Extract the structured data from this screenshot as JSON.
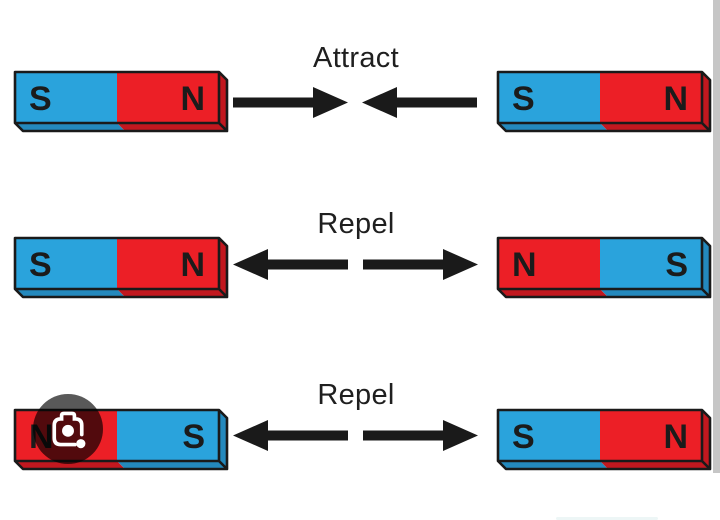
{
  "rows": [
    {
      "label": "Attract",
      "arrow_direction": "toward",
      "magnets": [
        {
          "poles": [
            "S",
            "N"
          ]
        },
        {
          "poles": [
            "S",
            "N"
          ]
        }
      ]
    },
    {
      "label": "Repel",
      "arrow_direction": "apart",
      "magnets": [
        {
          "poles": [
            "S",
            "N"
          ]
        },
        {
          "poles": [
            "N",
            "S"
          ]
        }
      ]
    },
    {
      "label": "Repel",
      "arrow_direction": "apart",
      "magnets": [
        {
          "poles": [
            "N",
            "S"
          ]
        },
        {
          "poles": [
            "S",
            "N"
          ]
        }
      ]
    }
  ],
  "pole_colors": {
    "S": {
      "main": "#2aa3dc",
      "dark": "#2489bd"
    },
    "N": {
      "main": "#ec1f26",
      "dark": "#c2181f"
    }
  },
  "colors": {
    "background": "#ffffff",
    "outline": "#1a1a1a",
    "letter": "#1b1b1b",
    "arrow": "#1a1a1a",
    "label_text": "#1f1f1f",
    "scrollbar": "#c6c6c6",
    "lens_circle": "rgba(0,0,0,0.65)",
    "lens_glyph": "#ffffff",
    "faint_bottom": "#edf6f6"
  },
  "lens_button": {
    "icon": "camera-lens-icon"
  }
}
